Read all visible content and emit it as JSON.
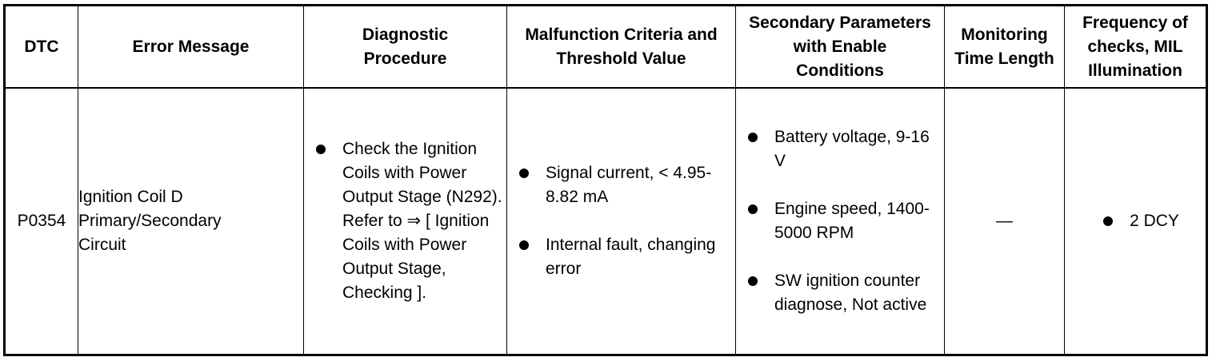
{
  "headers": [
    "DTC",
    "Error Message",
    "Diagnostic Procedure",
    "Malfunction Criteria and Threshold Value",
    "Secondary Parameters with Enable Conditions",
    "Monitoring Time Length",
    "Frequency of checks, MIL Illumination"
  ],
  "row": {
    "dtc": "P0354",
    "error_message": "Ignition Coil D Primary/Secondary Circuit",
    "diagnostic_procedure": [
      "Check the Ignition Coils with Power Output Stage (N292). Refer to ⇒ [ Ignition Coils with Power Output Stage, Checking ]."
    ],
    "malfunction_criteria": [
      "Signal current, < 4.95-8.82 mA",
      "Internal fault, changing error"
    ],
    "secondary_parameters": [
      "Battery voltage, 9-16 V",
      "Engine speed, 1400-5000 RPM",
      "SW ignition counter diagnose, Not active"
    ],
    "monitoring_time": "—",
    "frequency": [
      "2 DCY"
    ]
  }
}
